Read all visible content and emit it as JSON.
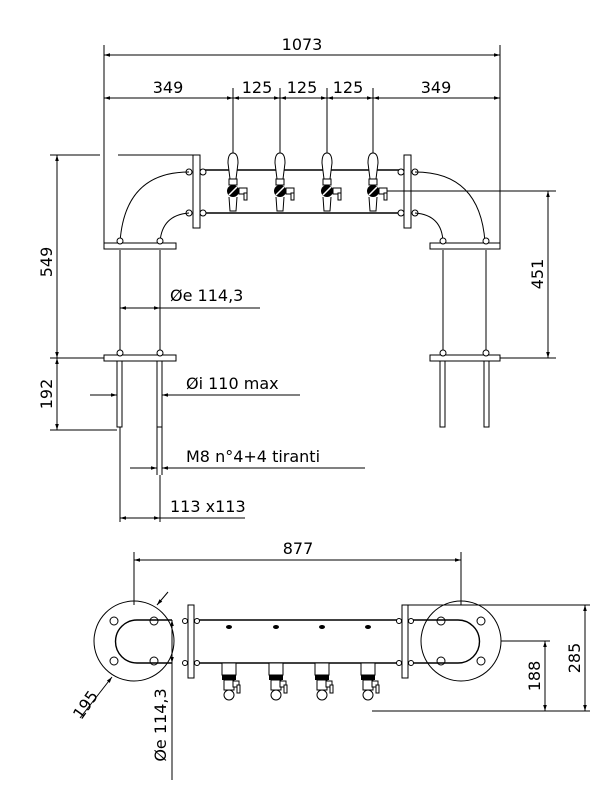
{
  "top_view": {
    "overall_width": "1073",
    "segments": [
      "349",
      "125",
      "125",
      "125",
      "349"
    ],
    "height_total": "549",
    "height_legs": "192",
    "height_right": "451",
    "outer_diameter": "Øe 114,3",
    "inner_diameter": "Øi 110 max",
    "tie_rods": "M8 n°4+4 tiranti",
    "base_size": "113 x113"
  },
  "bottom_view": {
    "flange_spacing": "877",
    "flange_diameter": "195",
    "outer_diameter": "Øe 114,3",
    "depth_total": "285",
    "depth_tap": "188"
  }
}
